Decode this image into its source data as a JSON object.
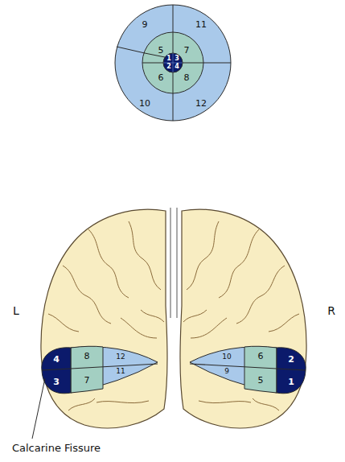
{
  "diagram": {
    "labels": [
      "9",
      "11",
      "5",
      "7",
      "1",
      "3",
      "2",
      "4",
      "6",
      "8",
      "10",
      "12",
      "L",
      "4",
      "8",
      "12",
      "3",
      "7",
      "11",
      "R",
      "10",
      "6",
      "2",
      "9",
      "5",
      "1",
      "Calcarine Fissure"
    ]
  }
}
